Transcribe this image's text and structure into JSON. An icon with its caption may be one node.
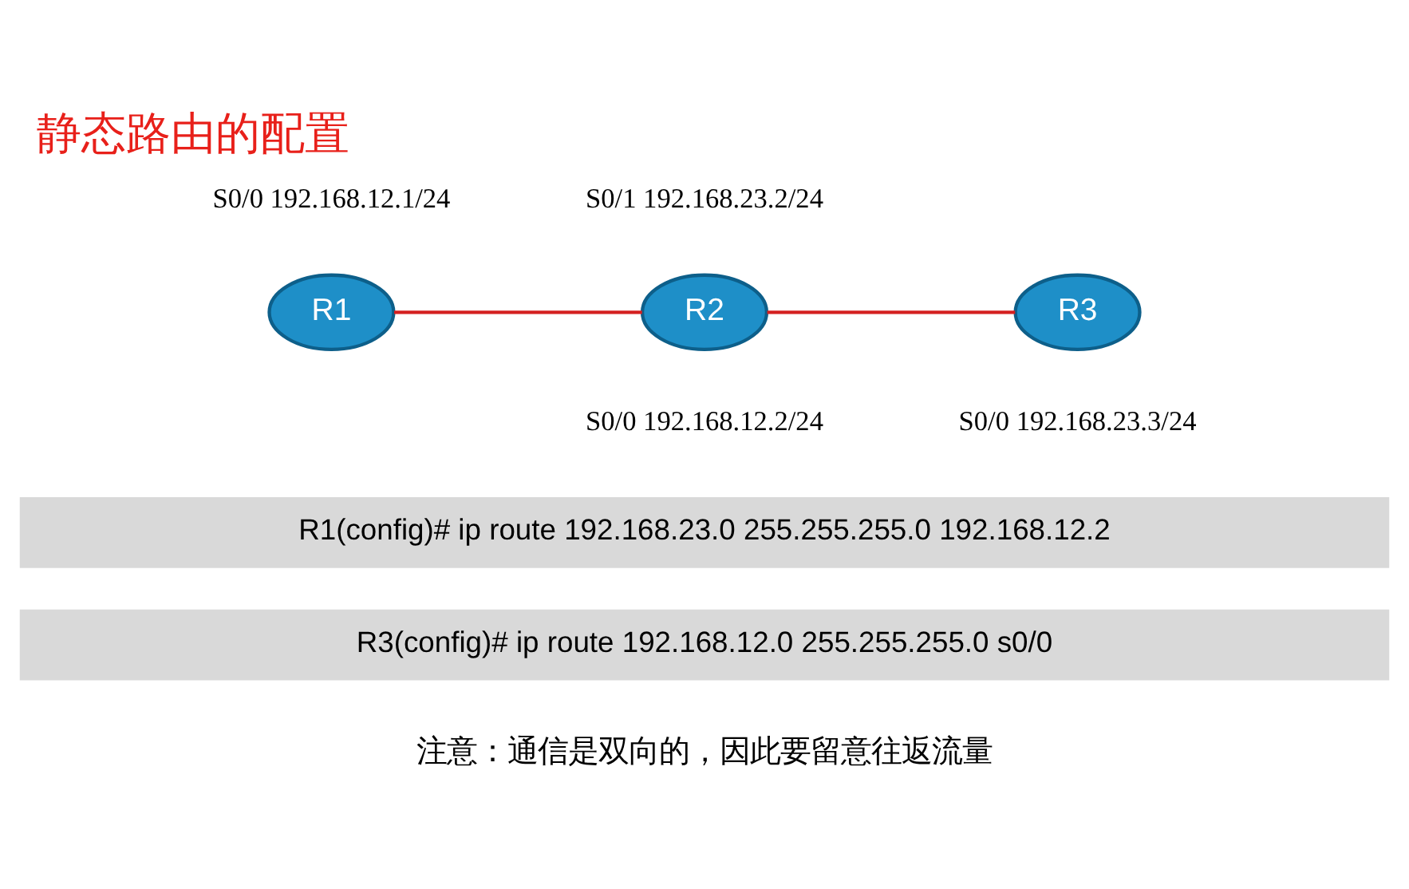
{
  "diagram": {
    "title": "静态路由的配置",
    "nodes": [
      {
        "text": [
          "R1"
        ]
      },
      {
        "text": [
          "R2"
        ]
      },
      {
        "text": [
          "R3"
        ]
      },
      {
        "text": [
          "R1(config)# ip route 192.168.23.0 255.255.255.0 192.168.12.2"
        ]
      },
      {
        "text": [
          "R3(config)# ip route 192.168.12.0 255.255.255.0 s0/0"
        ]
      }
    ],
    "edges": [
      {
        "from": 0,
        "to": 1,
        "arrow": "none"
      },
      {
        "from": 1,
        "to": 2,
        "arrow": "none"
      }
    ],
    "labels": [
      "S0/0 192.168.12.1/24",
      "S0/1 192.168.23.2/24",
      "S0/0 192.168.12.2/24",
      "S0/0 192.168.23.3/24",
      "注意：通信是双向的，因此要留意往返流量"
    ]
  }
}
